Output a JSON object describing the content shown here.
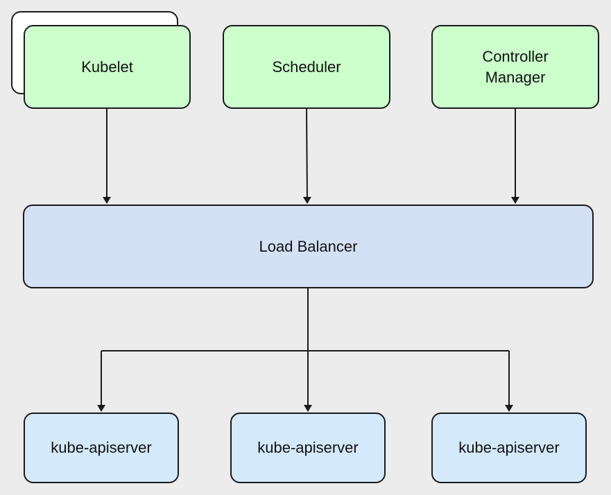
{
  "diagram": {
    "components": {
      "kubelet": "Kubelet",
      "scheduler": "Scheduler",
      "controller_manager": "Controller\nManager"
    },
    "load_balancer": "Load Balancer",
    "apiservers": [
      "kube-apiserver",
      "kube-apiserver",
      "kube-apiserver"
    ]
  },
  "colors": {
    "background": "#ececec",
    "component_fill": "#ccffcc",
    "load_balancer_fill": "#d4e1f5",
    "apiserver_fill": "#d4e9fb",
    "stroke": "#1a1a1a"
  }
}
